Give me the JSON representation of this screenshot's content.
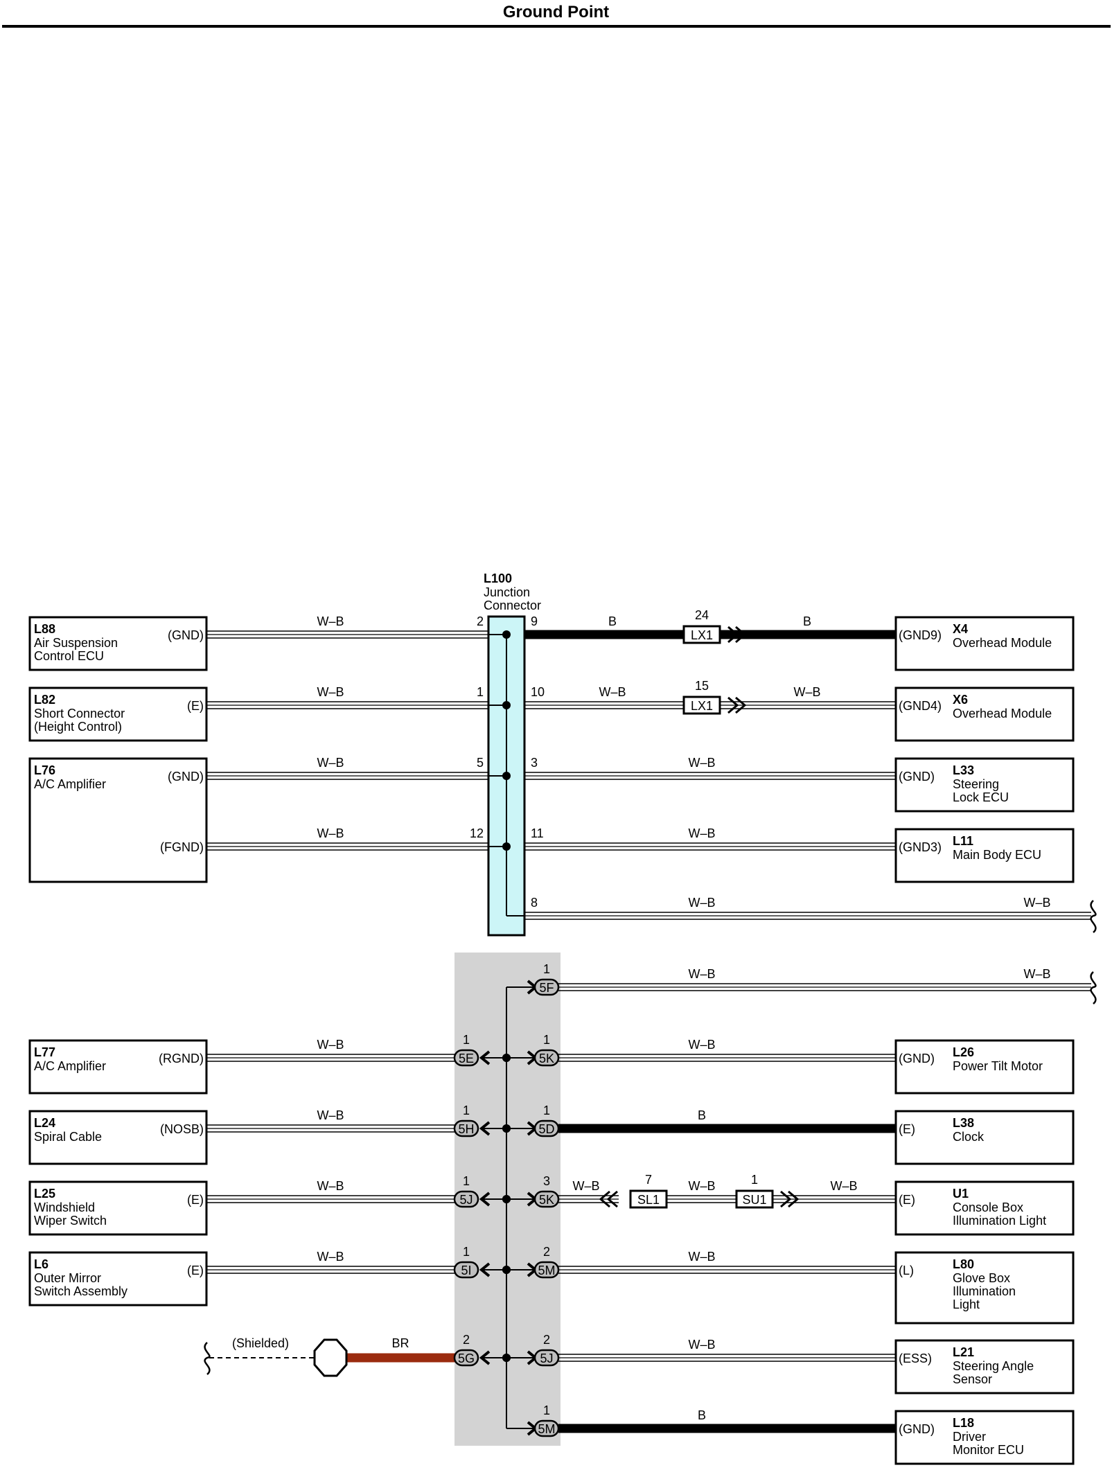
{
  "title": "Ground Point",
  "junction": {
    "code": "L100",
    "name_line1": "Junction",
    "name_line2": "Connector"
  },
  "left_components": [
    {
      "code": "L88",
      "lines": [
        "Air Suspension",
        "Control ECU"
      ]
    },
    {
      "code": "L82",
      "lines": [
        "Short Connector",
        "(Height Control)"
      ]
    },
    {
      "code": "L76",
      "lines": [
        "A/C Amplifier"
      ]
    },
    {
      "code": "L77",
      "lines": [
        "A/C Amplifier"
      ]
    },
    {
      "code": "L24",
      "lines": [
        "Spiral Cable"
      ]
    },
    {
      "code": "L25",
      "lines": [
        "Windshield",
        "Wiper Switch"
      ]
    },
    {
      "code": "L6",
      "lines": [
        "Outer Mirror",
        "Switch Assembly"
      ]
    }
  ],
  "right_components": [
    {
      "code": "X4",
      "lines": [
        "Overhead Module"
      ]
    },
    {
      "code": "X6",
      "lines": [
        "Overhead Module"
      ]
    },
    {
      "code": "L33",
      "lines": [
        "Steering",
        "Lock ECU"
      ]
    },
    {
      "code": "L11",
      "lines": [
        "Main Body ECU"
      ]
    },
    {
      "code": "L26",
      "lines": [
        "Power Tilt Motor"
      ]
    },
    {
      "code": "L38",
      "lines": [
        "Clock"
      ]
    },
    {
      "code": "U1",
      "lines": [
        "Console Box",
        "Illumination Light"
      ]
    },
    {
      "code": "L80",
      "lines": [
        "Glove Box",
        "Illumination",
        "Light"
      ]
    },
    {
      "code": "L21",
      "lines": [
        "Steering Angle",
        "Sensor"
      ]
    },
    {
      "code": "L18",
      "lines": [
        "Driver",
        "Monitor ECU"
      ]
    }
  ],
  "left_terminals": [
    "(GND)",
    "(E)",
    "(GND)",
    "(FGND)",
    "(RGND)",
    "(NOSB)",
    "(E)",
    "(E)"
  ],
  "right_terminals": [
    "(GND9)",
    "(GND4)",
    "(GND)",
    "(GND3)",
    "(GND)",
    "(E)",
    "(E)",
    "(L)",
    "(ESS)",
    "(GND)"
  ],
  "wire_colors": {
    "wb": "W–B",
    "b": "B",
    "br": "BR",
    "shielded": "(Shielded)"
  },
  "pins": {
    "j_left": [
      "2",
      "1",
      "5",
      "12"
    ],
    "j_right": [
      "9",
      "10",
      "3",
      "11",
      "8"
    ],
    "g_left": [
      "1",
      "1",
      "1",
      "1",
      "2"
    ],
    "g_right": [
      "1",
      "1",
      "1",
      "3",
      "2",
      "2",
      "1"
    ],
    "inline": [
      "24",
      "15",
      "7",
      "1"
    ]
  },
  "connectors": {
    "g_left": [
      "5E",
      "5H",
      "5J",
      "5I",
      "5G"
    ],
    "g_right": [
      "5F",
      "5K",
      "5D",
      "5K",
      "5M",
      "5J",
      "5M"
    ],
    "inline": [
      "LX1",
      "LX1",
      "SL1",
      "SU1"
    ]
  },
  "colors": {
    "junction_fill": "#ccf5f7",
    "ground_bg": "#d3d3d3",
    "br_wire": "#9b2b0f",
    "line": "#000000"
  }
}
